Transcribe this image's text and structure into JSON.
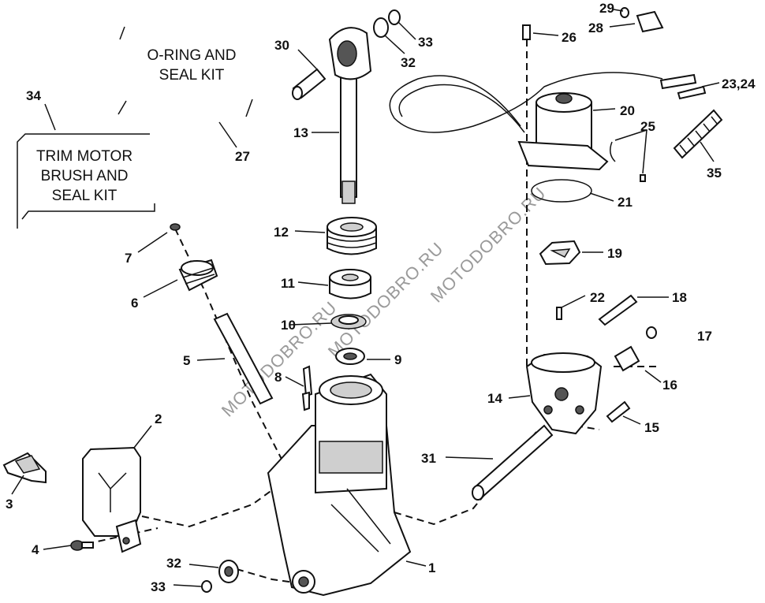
{
  "kits": {
    "oring_seal_kit": [
      "O-RING AND",
      "SEAL KIT"
    ],
    "trim_motor_kit": [
      "TRIM MOTOR",
      "BRUSH AND",
      "SEAL KIT"
    ]
  },
  "watermark": "MOTODOBRO.RU",
  "callouts": {
    "c1": "1",
    "c2": "2",
    "c3": "3",
    "c4": "4",
    "c5": "5",
    "c6": "6",
    "c7": "7",
    "c8": "8",
    "c9": "9",
    "c10": "10",
    "c11": "11",
    "c12": "12",
    "c13": "13",
    "c14": "14",
    "c15": "15",
    "c16": "16",
    "c17": "17",
    "c18": "18",
    "c19": "19",
    "c20": "20",
    "c21": "21",
    "c22": "22",
    "c23_24": "23,24",
    "c25": "25",
    "c26": "26",
    "c27": "27",
    "c28": "28",
    "c29": "29",
    "c30": "30",
    "c31": "31",
    "c32_top": "32",
    "c33_top": "33",
    "c32_bottom": "32",
    "c33_bottom": "33",
    "c34": "34",
    "c35": "35"
  }
}
